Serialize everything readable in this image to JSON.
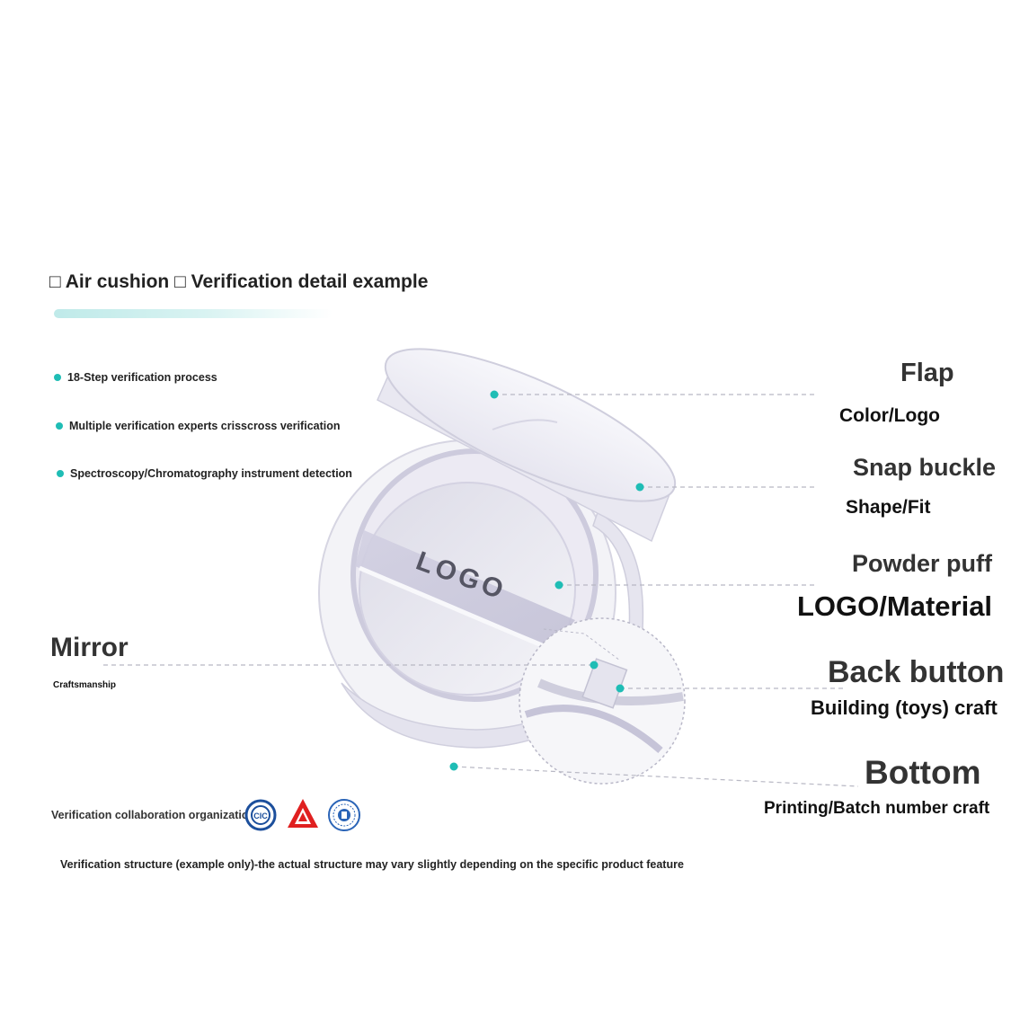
{
  "header": {
    "title": "□ Air cushion □ Verification detail example"
  },
  "features": [
    {
      "text": "18-Step verification process"
    },
    {
      "text": "Multiple verification experts crisscross verification"
    },
    {
      "text": "Spectroscopy/Chromatography instrument detection"
    }
  ],
  "product": {
    "logo_text": "LOGO"
  },
  "callouts": {
    "flap": {
      "title": "Flap",
      "subtitle": "Color/Logo"
    },
    "snap": {
      "title": "Snap buckle",
      "subtitle": "Shape/Fit"
    },
    "puff": {
      "title": "Powder puff",
      "subtitle": "LOGO/Material"
    },
    "mirror": {
      "title": "Mirror",
      "subtitle": "Craftsmanship"
    },
    "back": {
      "title": "Back button",
      "subtitle": "Building (toys) craft"
    },
    "bottom": {
      "title": "Bottom",
      "subtitle": "Printing/Batch number craft"
    }
  },
  "organizations": {
    "label": "Verification collaboration organization:",
    "badges": [
      {
        "icon": "cic-badge-icon",
        "text": "CIC"
      },
      {
        "icon": "red-triangle-badge-icon",
        "text": ""
      },
      {
        "icon": "blue-seal-badge-icon",
        "text": ""
      }
    ]
  },
  "footnote": "Verification structure (example only)-the actual structure may vary slightly depending on the specific product feature",
  "colors": {
    "accent": "#1fbdb5",
    "product_body": "#ecebf2",
    "product_shadow": "#c9c7d9",
    "dashed_line": "#b8b8c4"
  }
}
